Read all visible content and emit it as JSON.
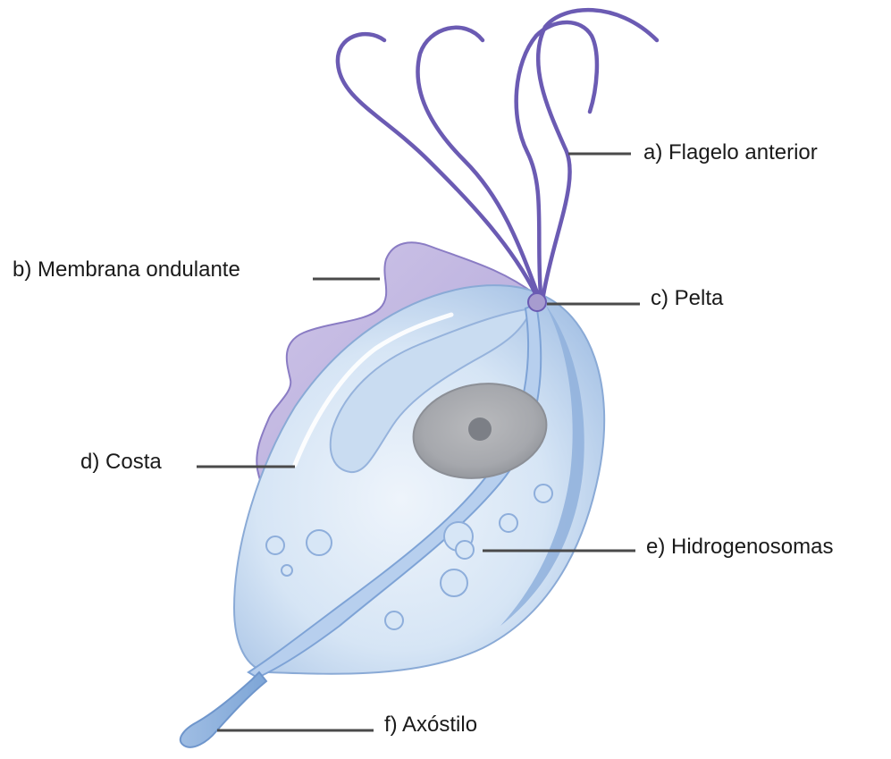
{
  "labels": {
    "flagelo": "a) Flagelo anterior",
    "membrana": "b) Membrana ondulante",
    "pelta": "c) Pelta",
    "costa": "d) Costa",
    "hidrogenosomas": "e) Hidrogenosomas",
    "axostilo": "f) Axóstilo"
  }
}
